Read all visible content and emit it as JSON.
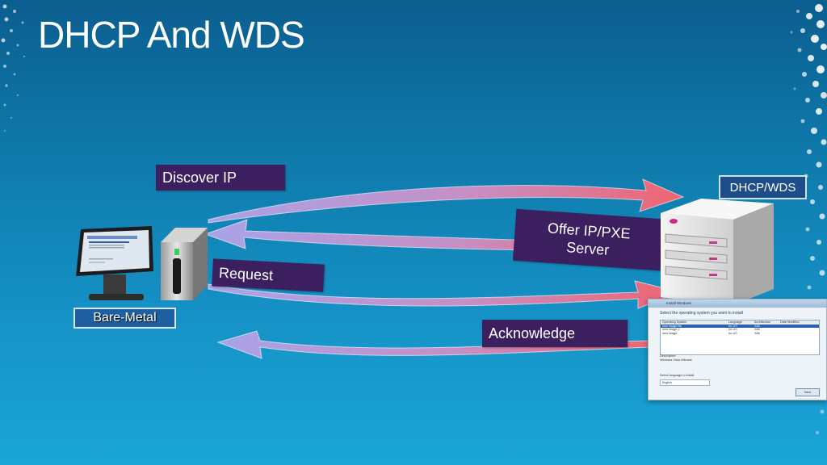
{
  "slide": {
    "title": "DHCP And WDS"
  },
  "diagram": {
    "client_label": "Bare-Metal",
    "server_label": "DHCP/WDS",
    "messages": [
      {
        "text": "Discover IP",
        "direction": "client-to-server"
      },
      {
        "text": "Offer IP/PXE Server",
        "direction": "server-to-client"
      },
      {
        "text": "Request",
        "direction": "client-to-server"
      },
      {
        "text": "Acknowledge",
        "direction": "server-to-client"
      }
    ]
  },
  "offer_lines": [
    "Offer IP/PXE",
    "Server"
  ],
  "install_window": {
    "title": "Install Windows",
    "heading": "Select the operating system you want to install",
    "columns": [
      "Operating System",
      "Language",
      "Architecture",
      "Date Modified"
    ],
    "rows": [
      {
        "os": "new image file",
        "lang": "en-US",
        "arch": "X86",
        "date": "",
        "selected": true
      },
      {
        "os": "new image 2",
        "lang": "en-US",
        "arch": "X86",
        "date": ""
      },
      {
        "os": "new image",
        "lang": "en-US",
        "arch": "X86",
        "date": ""
      }
    ],
    "description_label": "Description:",
    "description": "Windows Vista Ultimate",
    "language_label": "Select language to install:",
    "language_value": "English",
    "next_button": "Next"
  },
  "colors": {
    "background_top": "#0b5e8f",
    "background_bottom": "#1ba6d8",
    "label_bg": "#3b1f5e",
    "arrow_start": "#a9a3e8",
    "arrow_end": "#f06470",
    "badge_bg": "#1d4e89"
  },
  "icons": [
    "client-monitor-icon",
    "client-tower-icon",
    "server-tower-icon"
  ]
}
